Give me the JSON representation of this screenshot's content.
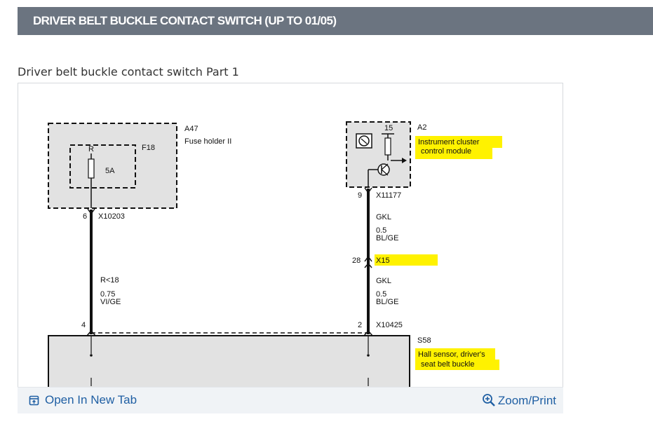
{
  "header": {
    "title": "DRIVER BELT BUCKLE CONTACT SWITCH (UP TO 01/05)"
  },
  "subtitle": "Driver belt buckle contact switch Part 1",
  "diagram": {
    "fuse_holder": {
      "code": "A47",
      "name": "Fuse holder II",
      "fuse_code": "F18",
      "fuse_terminal": "R",
      "fuse_rating": "5A"
    },
    "instrument_cluster": {
      "code": "A2",
      "name_line1": "Instrument cluster",
      "name_line2": "control module",
      "terminal": "15"
    },
    "left_wire": {
      "top_pin": "6",
      "top_connector": "X10203",
      "color_code": "R<18",
      "gauge": "0.75",
      "color": "VI/GE",
      "bottom_pin": "4"
    },
    "right_wire": {
      "top_pin": "9",
      "top_connector": "X11177",
      "upper_signal": "GKL",
      "upper_gauge": "0.5",
      "upper_color": "BL/GE",
      "mid_pin": "28",
      "mid_connector": "X15",
      "lower_signal": "GKL",
      "lower_gauge": "0.5",
      "lower_color": "BL/GE",
      "bottom_pin": "2",
      "bottom_connector": "X10425"
    },
    "hall_sensor": {
      "code": "S58",
      "name_line1": "Hall sensor, driver's",
      "name_line2": "seat belt buckle"
    },
    "highlight_color": "#fff200"
  },
  "footer": {
    "open_tab_label": "Open In New Tab",
    "open_tab_icon": "open-external-icon",
    "zoom_label": "Zoom/Print",
    "zoom_icon": "zoom-in-icon"
  }
}
